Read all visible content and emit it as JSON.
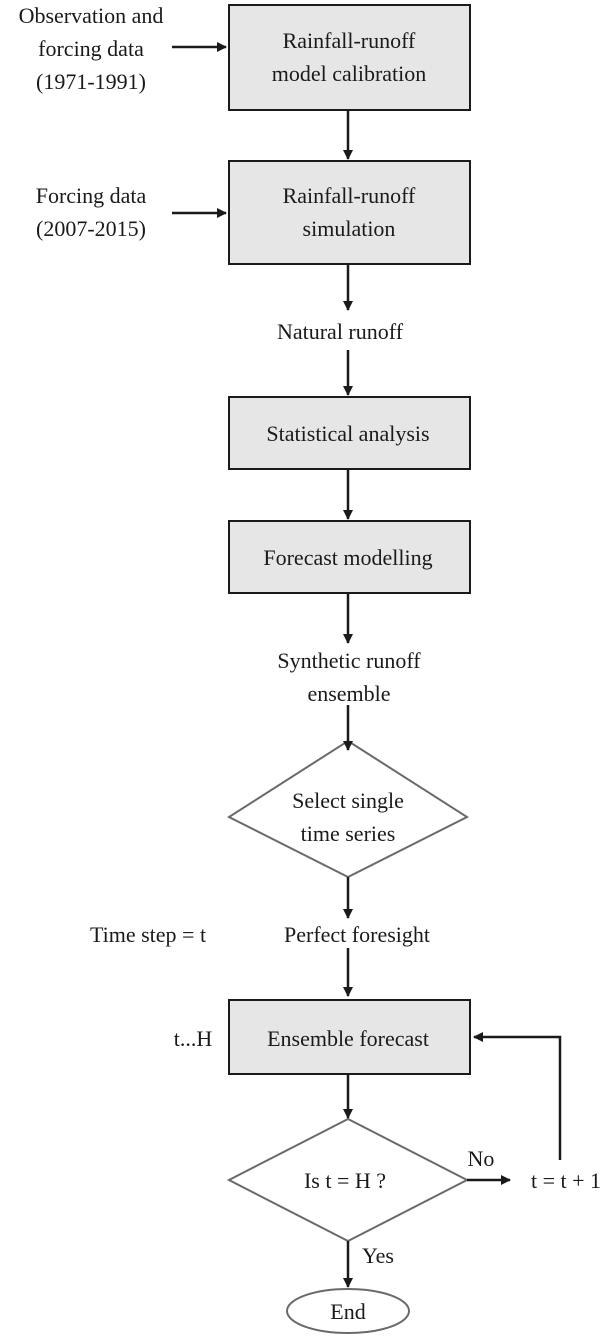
{
  "colors": {
    "box_fill": "#e6e6e6",
    "stroke": "#1a1a1a",
    "decision_stroke": "#6a6a6a",
    "text": "#1a1a1a"
  },
  "inputs": {
    "calibration_input": [
      "Observation and",
      "forcing data",
      "(1971-1991)"
    ],
    "simulation_input": [
      "Forcing data",
      "(2007-2015)"
    ]
  },
  "boxes": {
    "calibration": [
      "Rainfall-runoff",
      "model calibration"
    ],
    "simulation": [
      "Rainfall-runoff",
      "simulation"
    ],
    "statistical": [
      "Statistical analysis"
    ],
    "forecast_modelling": [
      "Forecast modelling"
    ],
    "ensemble_forecast": [
      "Ensemble forecast"
    ]
  },
  "labels": {
    "natural_runoff": [
      "Natural runoff"
    ],
    "synthetic_runoff": [
      "Synthetic runoff",
      "ensemble"
    ],
    "time_step": [
      "Time step = t"
    ],
    "perfect_foresight": [
      "Perfect foresight"
    ],
    "t_h": [
      "t...H"
    ],
    "no": [
      "No"
    ],
    "t_plus_1": [
      "t = t + 1"
    ],
    "yes": [
      "Yes"
    ]
  },
  "decisions": {
    "select_series": [
      "Select single",
      "time series"
    ],
    "is_t_h": [
      "Is t = H ?"
    ]
  },
  "terminal": {
    "end": [
      "End"
    ]
  }
}
